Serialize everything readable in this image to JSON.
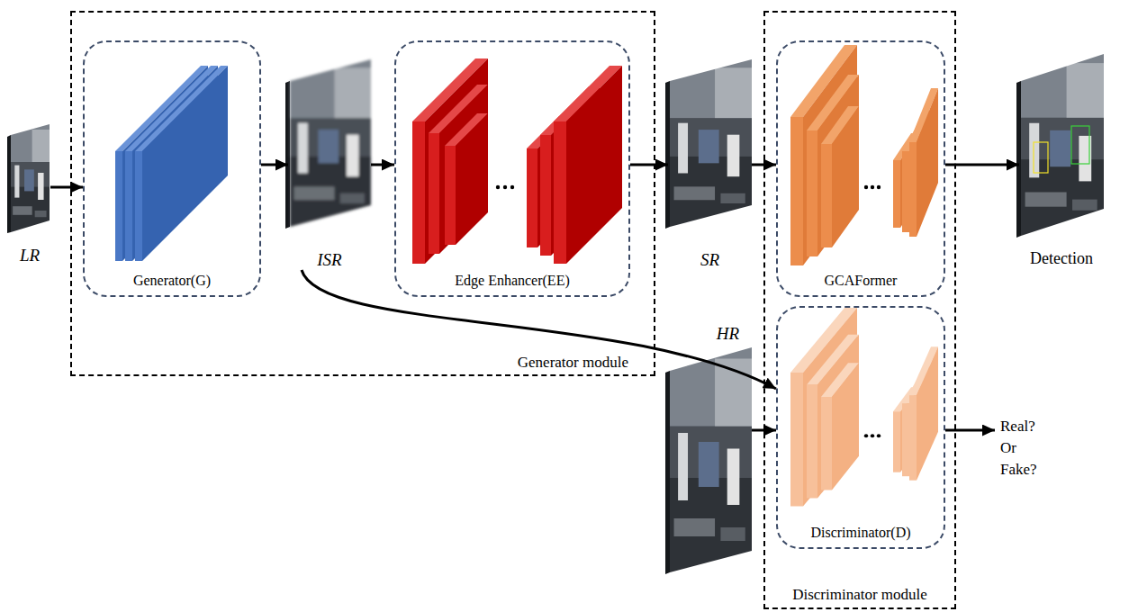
{
  "diagram": {
    "nodes": [
      {
        "text": [
          "LR"
        ]
      },
      {
        "text": [
          "Generator module"
        ]
      },
      {
        "text": [
          "Generator(G)"
        ],
        "in": 1
      },
      {
        "text": [
          "ISR"
        ],
        "in": 1
      },
      {
        "text": [
          "Edge Enhancer(EE)"
        ],
        "in": 1
      },
      {
        "text": [
          "SR"
        ]
      },
      {
        "text": [
          "Discriminator module"
        ]
      },
      {
        "text": [
          "GCAFormer"
        ],
        "in": 6
      },
      {
        "text": [
          "Detection"
        ]
      },
      {
        "text": [
          "HR"
        ]
      },
      {
        "text": [
          "Discriminator(D)"
        ],
        "in": 6
      },
      {
        "text": [
          "Real? Or Fake?"
        ]
      }
    ],
    "edges": [
      {
        "from": 0,
        "to": 2,
        "arrow": "to"
      },
      {
        "from": 2,
        "to": 3,
        "arrow": "to"
      },
      {
        "from": 3,
        "to": 4,
        "arrow": "to"
      },
      {
        "from": 4,
        "to": 5,
        "arrow": "to"
      },
      {
        "from": 5,
        "to": 7,
        "arrow": "to"
      },
      {
        "from": 7,
        "to": 8,
        "arrow": "to"
      },
      {
        "from": 3,
        "to": 10,
        "arrow": "to"
      },
      {
        "from": 9,
        "to": 10,
        "arrow": "to"
      },
      {
        "from": 10,
        "to": 11,
        "arrow": "to"
      }
    ]
  }
}
